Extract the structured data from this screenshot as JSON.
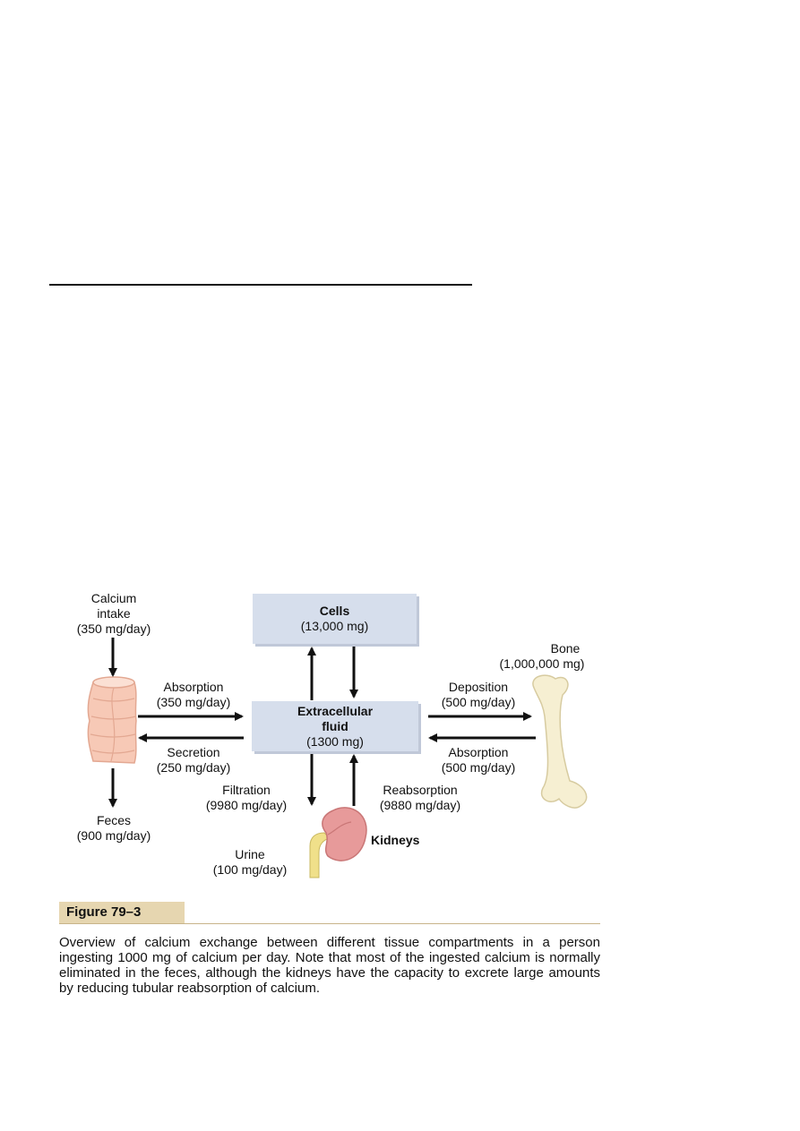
{
  "diagram": {
    "cells_box": {
      "title": "Cells",
      "amount": "(13,000 mg)"
    },
    "ecf_box": {
      "line1": "Extracellular",
      "line2": "fluid",
      "amount": "(1300 mg)"
    },
    "calcium_intake": {
      "line1": "Calcium",
      "line2": "intake",
      "amount": "(350 mg/day)"
    },
    "bone": {
      "title": "Bone",
      "amount": "(1,000,000 mg)"
    },
    "absorption_gut": {
      "label": "Absorption",
      "amount": "(350 mg/day)"
    },
    "secretion": {
      "label": "Secretion",
      "amount": "(250 mg/day)"
    },
    "deposition": {
      "label": "Deposition",
      "amount": "(500 mg/day)"
    },
    "absorption_bone": {
      "label": "Absorption",
      "amount": "(500 mg/day)"
    },
    "feces": {
      "label": "Feces",
      "amount": "(900 mg/day)"
    },
    "filtration": {
      "label": "Filtration",
      "amount": "(9980 mg/day)"
    },
    "reabsorption": {
      "label": "Reabsorption",
      "amount": "(9880 mg/day)"
    },
    "urine": {
      "label": "Urine",
      "amount": "(100 mg/day)"
    },
    "kidneys": {
      "label": "Kidneys"
    }
  },
  "caption": {
    "label": "Figure 79–3",
    "text": "Overview of calcium exchange between different tissue compartments in a person ingesting 1000 mg of calcium per day. Note that most of the ingested calcium is normally eliminated in the feces, although the kidneys have the capacity to excrete large amounts by reducing tubular reabsorption of calcium."
  },
  "colors": {
    "box_fill": "#d6deec",
    "intestine_fill": "#f7c9b6",
    "kidney_fill": "#e79a9a",
    "ureter_fill": "#f0e08a",
    "bone_fill": "#f6efd2",
    "caption_label_bg": "#e6d6b0"
  }
}
